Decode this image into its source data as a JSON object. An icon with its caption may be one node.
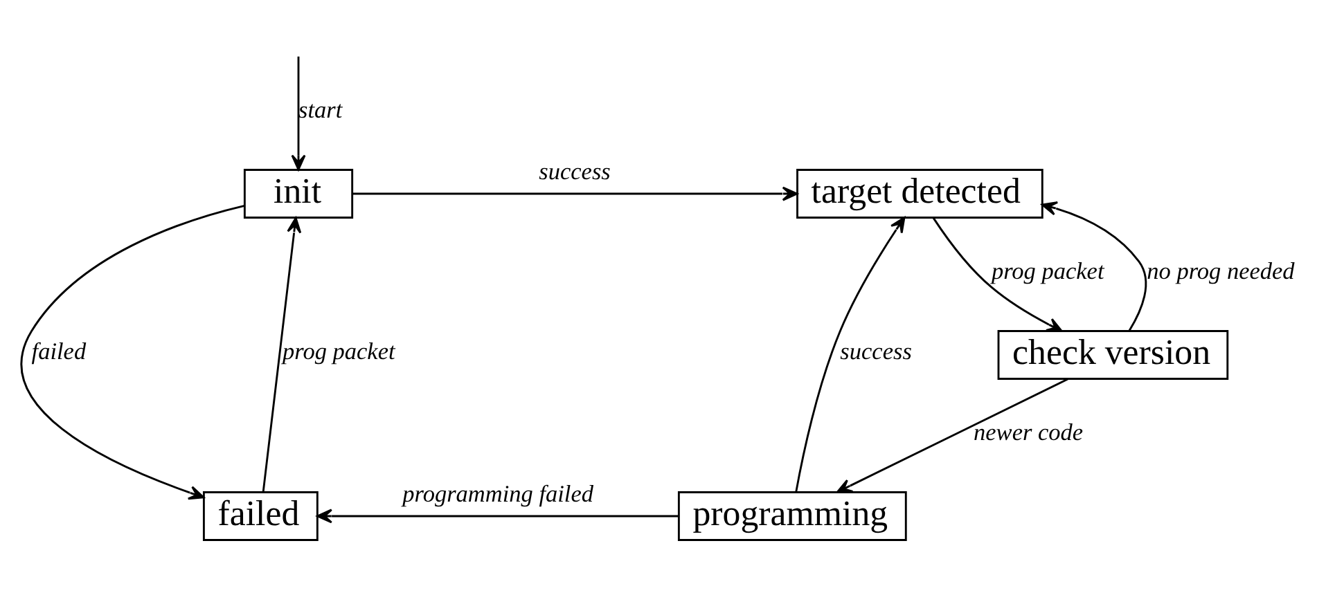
{
  "diagram": {
    "nodes": [
      {
        "text": [
          "init"
        ]
      },
      {
        "text": [
          "target detected"
        ]
      },
      {
        "text": [
          "check version"
        ]
      },
      {
        "text": [
          "failed"
        ]
      },
      {
        "text": [
          "programming"
        ]
      }
    ],
    "edges": [
      {
        "from": null,
        "to": 0,
        "arrow": "to",
        "label": "start"
      },
      {
        "from": 0,
        "to": 1,
        "arrow": "to",
        "label": "success"
      },
      {
        "from": 1,
        "to": 2,
        "arrow": "to",
        "label": "prog packet"
      },
      {
        "from": 2,
        "to": 1,
        "arrow": "to",
        "label": "no prog needed"
      },
      {
        "from": 2,
        "to": 4,
        "arrow": "to",
        "label": "newer code"
      },
      {
        "from": 4,
        "to": 1,
        "arrow": "to",
        "label": "success"
      },
      {
        "from": 0,
        "to": 3,
        "arrow": "to",
        "label": "failed"
      },
      {
        "from": 3,
        "to": 0,
        "arrow": "to",
        "label": "prog packet"
      },
      {
        "from": 4,
        "to": 3,
        "arrow": "to",
        "label": "programming failed"
      }
    ]
  }
}
